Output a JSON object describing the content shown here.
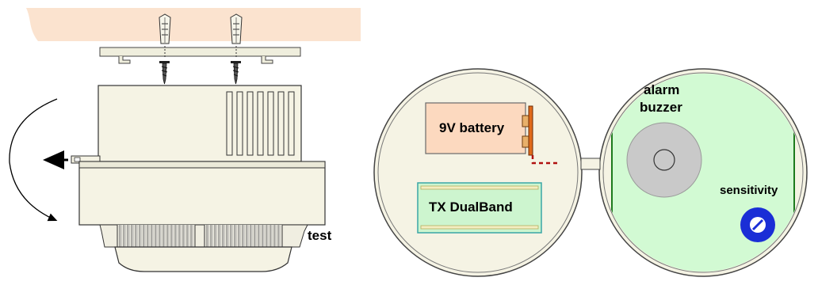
{
  "labels": {
    "test": "test",
    "battery": "9V battery",
    "tx": "TX DualBand",
    "alarm_line1": "alarm",
    "alarm_line2": "buzzer",
    "sensitivity": "sensitivity"
  },
  "colors": {
    "ceiling": "#fbe3cf",
    "detector_body": "#f5f3e4",
    "outline": "#333333",
    "battery_fill": "#fcd9bf",
    "battery_terminal": "#e06a1b",
    "tx_board_fill": "#cdf5cf",
    "tx_board_border": "#3aa6a6",
    "tx_strip": "#f3eec0",
    "circuit_green": "#d2fad3",
    "buzzer_gray": "#c9c9c9",
    "sensitivity_blue": "#1a2ed6",
    "wire_red": "#b01010"
  }
}
